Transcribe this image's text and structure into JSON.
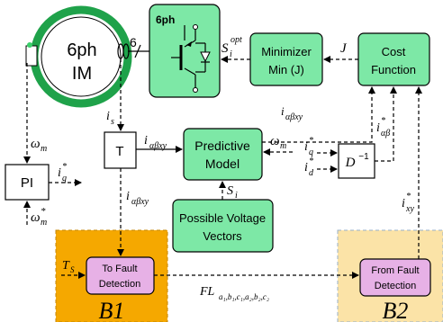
{
  "colors": {
    "green_block": "#7de8a6",
    "orange_panel": "#f5a800",
    "cream_panel": "#fbe3a7",
    "pink_block": "#e7b1e6",
    "motor_ring": "#1fa24a"
  },
  "motor": {
    "line1": "6ph",
    "line2": "IM",
    "phases": "6"
  },
  "inverter": {
    "label": "6ph"
  },
  "blocks": {
    "minimizer_line1": "Minimizer",
    "minimizer_line2": "Min (J)",
    "cost_line1": "Cost",
    "cost_line2": "Function",
    "predictive_line1": "Predictive",
    "predictive_line2": "Model",
    "pvv_line1": "Possible Voltage",
    "pvv_line2": "Vectors",
    "t_block": "T",
    "pi_block": "PI",
    "dinv_base": "D",
    "dinv_sup": "−1",
    "to_fault_line1": "To Fault",
    "to_fault_line2": "Detection",
    "from_fault_line1": "From Fault",
    "from_fault_line2": "Detection"
  },
  "panels": {
    "b1": "B1",
    "b2": "B2"
  },
  "signals": {
    "s_opt_base": "S",
    "s_opt_sub": "i",
    "s_opt_sup": "opt",
    "j": "J",
    "i_abxy_top": "i",
    "i_abxy_sub": "αβxy",
    "is_base": "i",
    "is_sub": "s",
    "wm": "ω",
    "wm_sub": "m",
    "iq_star_base": "i",
    "iq_star_sub": "q",
    "star": "*",
    "id_star_base": "i",
    "id_star_sub": "d",
    "iab_star_sub": "αβ",
    "ixy_star_sub": "xy",
    "si_base": "S",
    "si_sub": "i",
    "ts_base": "T",
    "ts_sub": "S",
    "fl_base": "FL",
    "fl_sub": "a₁,b₁,c₁,a₂,b₂,c₂"
  }
}
